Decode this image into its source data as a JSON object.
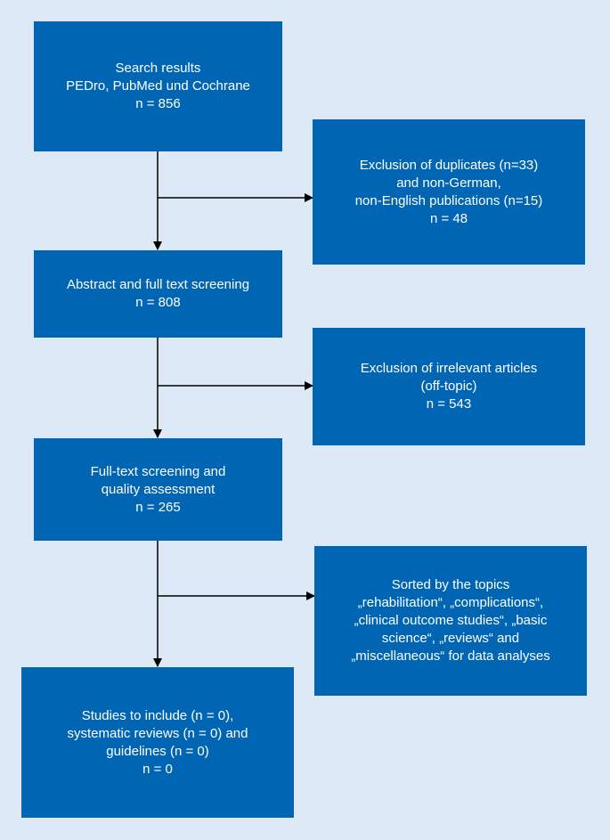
{
  "colors": {
    "background": "#dde9f6",
    "box": "#0066b3",
    "text": "#ffffff",
    "connector": "#000000"
  },
  "boxes": {
    "search": {
      "lines": [
        "Search results",
        "PEDro, PubMed und Cochrane",
        "n = 856"
      ]
    },
    "duplicates": {
      "lines": [
        "Exclusion of duplicates (n=33)",
        "and non-German,",
        "non-English publications (n=15)",
        "n = 48"
      ]
    },
    "abstract": {
      "lines": [
        "Abstract and full text screening",
        "n = 808"
      ]
    },
    "irrelevant": {
      "lines": [
        "Exclusion of irrelevant articles",
        "(off-topic)",
        "n = 543"
      ]
    },
    "fulltext": {
      "lines": [
        "Full-text screening and",
        "quality assessment",
        "n = 265"
      ]
    },
    "sorted": {
      "lines": [
        "Sorted by the topics",
        "„rehabilitation“, „complications“,",
        "„clinical outcome studies“, „basic",
        "science“, „reviews“ and",
        "„miscellaneous“ for data analyses"
      ]
    },
    "include": {
      "lines": [
        "Studies to include (n = 0),",
        "systematic reviews (n = 0) and",
        "guidelines (n = 0)",
        "n = 0"
      ]
    }
  }
}
